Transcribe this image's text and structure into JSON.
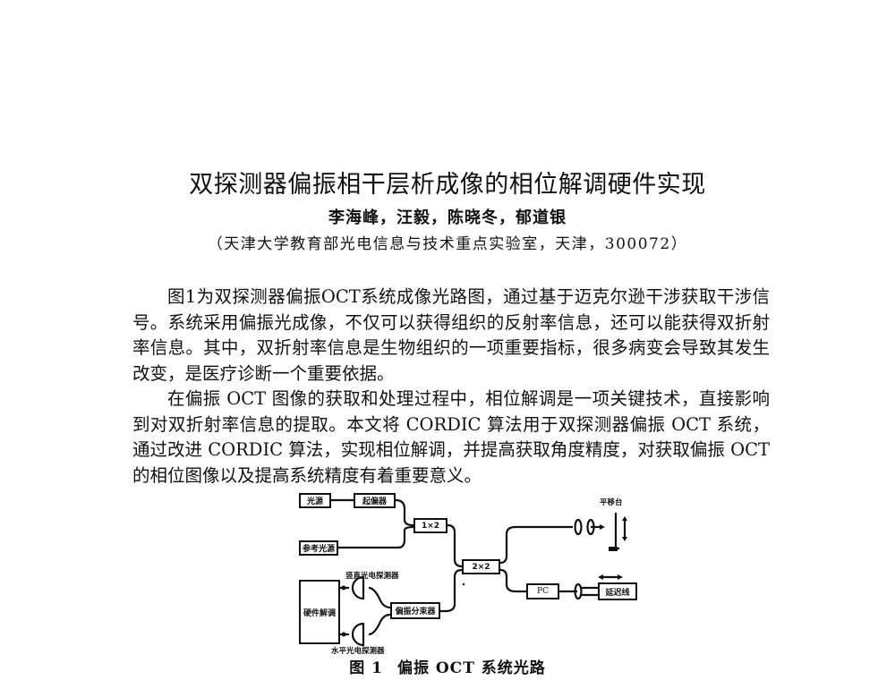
{
  "paper": {
    "title": "双探测器偏振相干层析成像的相位解调硬件实现",
    "authors": "李海峰，汪毅，陈晓冬，郁道银",
    "affiliation": "（天津大学教育部光电信息与技术重点实验室，天津，300072）",
    "paragraphs": [
      "图1为双探测器偏振OCT系统成像光路图，通过基于迈克尔逊干涉获取干涉信号。系统采用偏振光成像，不仅可以获得组织的反射率信息，还可以能获得双折射率信息。其中，双折射率信息是生物组织的一项重要指标，很多病变会导致其发生改变，是医疗诊断一个重要依据。",
      "在偏振 OCT 图像的获取和处理过程中，相位解调是一项关键技术，直接影响到对双折射率信息的提取。本文将 CORDIC 算法用于双探测器偏振 OCT 系统，通过改进 CORDIC 算法，实现相位解调，并提高获取角度精度，对获取偏振 OCT 的相位图像以及提高系统精度有着重要意义。"
    ]
  },
  "figure": {
    "caption_number": "图 1",
    "caption_text": "偏振 OCT 系统光路",
    "components": {
      "light_source": "光源",
      "polarizer": "起偏器",
      "reference_source": "参考光源",
      "coupler_1x2": "1×2",
      "coupler_2x2": "2×2",
      "translation_stage": "平移台",
      "pc": "PC",
      "delay_line": "延迟线",
      "hardware_demod": "硬件解调",
      "pbs": "偏振分束器",
      "vertical_detector": "竖直光电探测器",
      "horizontal_detector": "水平光电探测器"
    }
  }
}
